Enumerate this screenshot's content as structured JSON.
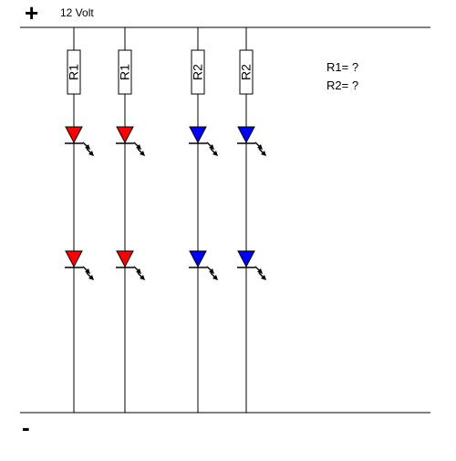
{
  "supply": {
    "plus_sign": "+",
    "minus_sign": "-",
    "voltage_label": "12 Volt"
  },
  "branches": [
    {
      "resistor_label": "R1",
      "led_color": "#ff0000"
    },
    {
      "resistor_label": "R1",
      "led_color": "#ff0000"
    },
    {
      "resistor_label": "R2",
      "led_color": "#0000ff"
    },
    {
      "resistor_label": "R2",
      "led_color": "#0000ff"
    }
  ],
  "questions": {
    "r1": "R1=  ?",
    "r2": "R2=  ?"
  },
  "colors": {
    "wire": "#000000",
    "red_led": "#ff0000",
    "blue_led": "#0000ff"
  }
}
